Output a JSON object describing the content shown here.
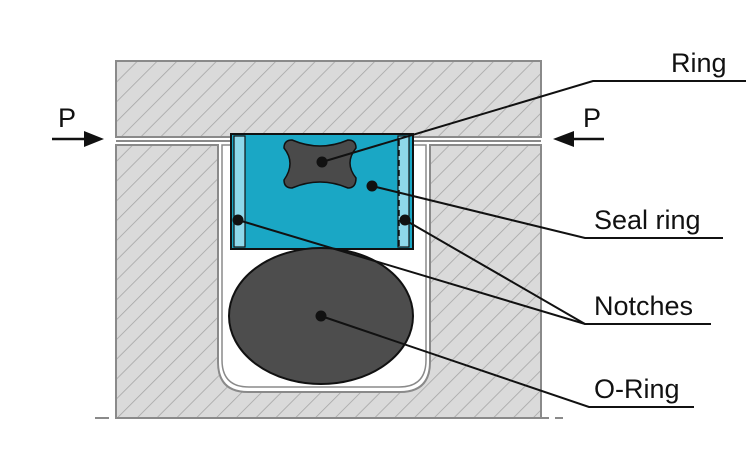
{
  "labels": {
    "ring": "Ring",
    "seal_ring": "Seal ring",
    "notches": "Notches",
    "o_ring": "O-Ring",
    "pressure_left": "P",
    "pressure_right": "P"
  },
  "colors": {
    "housing_fill": "#d9d9d9",
    "hatch": "#a6a6a6",
    "outline": "#8a8a8a",
    "seal_ring": "#1aa7c5",
    "notch_strip": "#8fd8ea",
    "ring": "#4a4a4a",
    "o_ring": "#4d4d4d",
    "leader": "#111111"
  }
}
